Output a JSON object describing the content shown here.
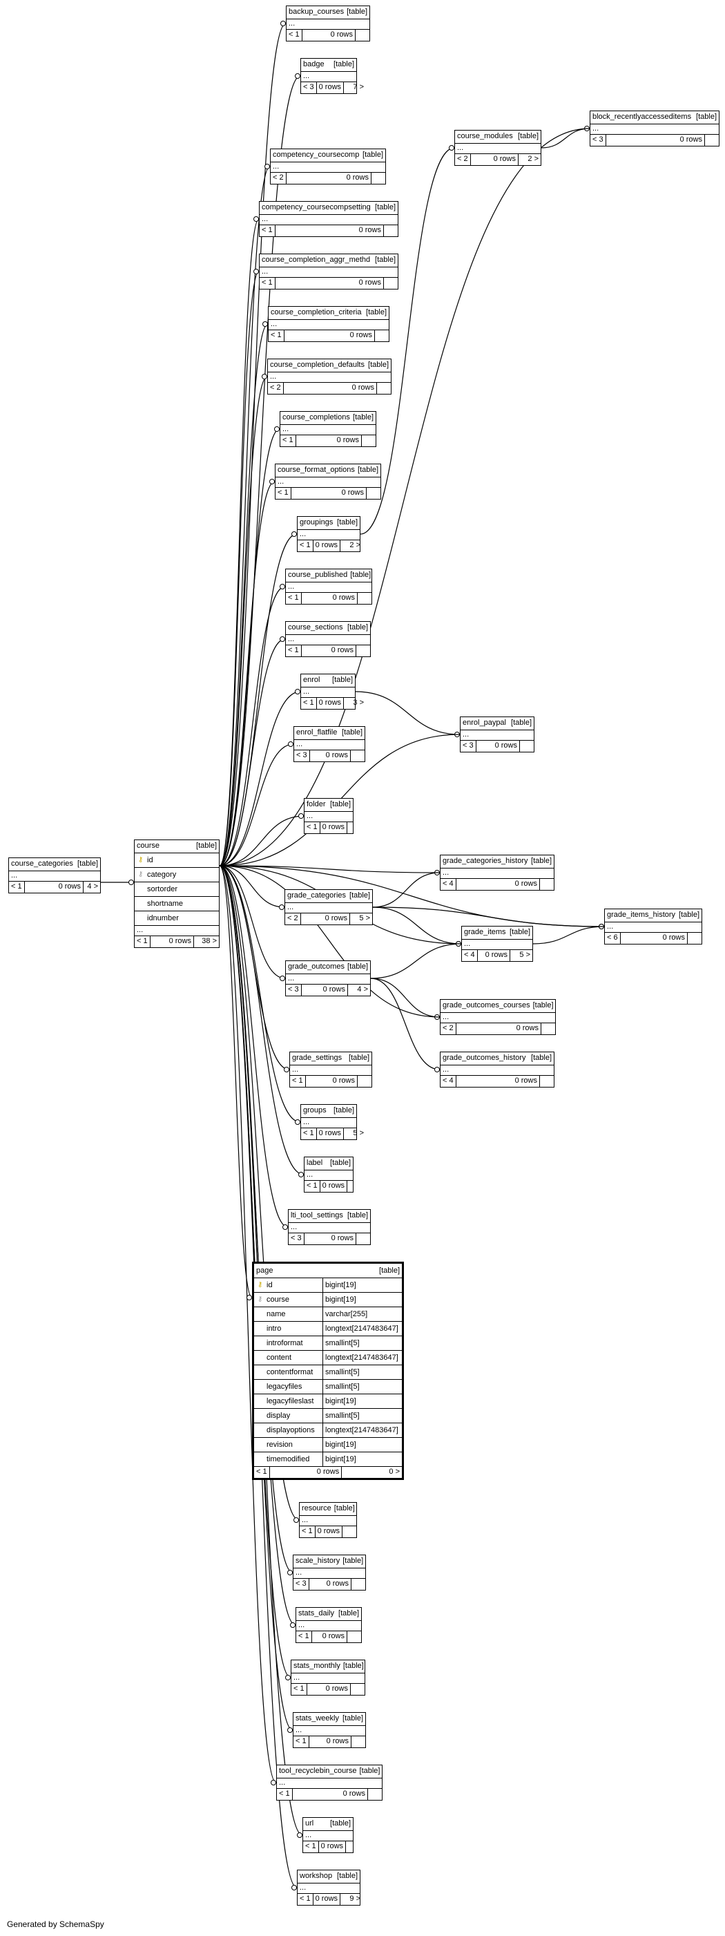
{
  "generated_by": "Generated by SchemaSpy",
  "course_categories": {
    "name": "course_categories",
    "type": "[table]",
    "dots": "...",
    "parents": "< 1",
    "rows": "0 rows",
    "children": "4 >"
  },
  "course": {
    "name": "course",
    "type": "[table]",
    "columns": [
      "id",
      "category",
      "sortorder",
      "shortname",
      "idnumber"
    ],
    "dots": "...",
    "parents": "< 1",
    "rows": "0 rows",
    "children": "38 >"
  },
  "page": {
    "name": "page",
    "type": "[table]",
    "columns": [
      {
        "name": "id",
        "type": "bigint[19]"
      },
      {
        "name": "course",
        "type": "bigint[19]"
      },
      {
        "name": "name",
        "type": "varchar[255]"
      },
      {
        "name": "intro",
        "type": "longtext[2147483647]"
      },
      {
        "name": "introformat",
        "type": "smallint[5]"
      },
      {
        "name": "content",
        "type": "longtext[2147483647]"
      },
      {
        "name": "contentformat",
        "type": "smallint[5]"
      },
      {
        "name": "legacyfiles",
        "type": "smallint[5]"
      },
      {
        "name": "legacyfileslast",
        "type": "bigint[19]"
      },
      {
        "name": "display",
        "type": "smallint[5]"
      },
      {
        "name": "displayoptions",
        "type": "longtext[2147483647]"
      },
      {
        "name": "revision",
        "type": "bigint[19]"
      },
      {
        "name": "timemodified",
        "type": "bigint[19]"
      }
    ],
    "parents": "< 1",
    "rows": "0 rows",
    "children": "0 >"
  },
  "tables": [
    {
      "name": "backup_courses",
      "type": "[table]",
      "dots": "...",
      "parents": "< 1",
      "rows": "0 rows",
      "children": ""
    },
    {
      "name": "badge",
      "type": "[table]",
      "dots": "...",
      "parents": "< 3",
      "rows": "0 rows",
      "children": "7 >"
    },
    {
      "name": "block_recentlyaccesseditems",
      "type": "[table]",
      "dots": "...",
      "parents": "< 3",
      "rows": "0 rows",
      "children": ""
    },
    {
      "name": "course_modules",
      "type": "[table]",
      "dots": "...",
      "parents": "< 2",
      "rows": "0 rows",
      "children": "2 >"
    },
    {
      "name": "competency_coursecomp",
      "type": "[table]",
      "dots": "...",
      "parents": "< 2",
      "rows": "0 rows",
      "children": ""
    },
    {
      "name": "competency_coursecompsetting",
      "type": "[table]",
      "dots": "...",
      "parents": "< 1",
      "rows": "0 rows",
      "children": ""
    },
    {
      "name": "course_completion_aggr_methd",
      "type": "[table]",
      "dots": "...",
      "parents": "< 1",
      "rows": "0 rows",
      "children": ""
    },
    {
      "name": "course_completion_criteria",
      "type": "[table]",
      "dots": "...",
      "parents": "< 1",
      "rows": "0 rows",
      "children": ""
    },
    {
      "name": "course_completion_defaults",
      "type": "[table]",
      "dots": "...",
      "parents": "< 2",
      "rows": "0 rows",
      "children": ""
    },
    {
      "name": "course_completions",
      "type": "[table]",
      "dots": "...",
      "parents": "< 1",
      "rows": "0 rows",
      "children": ""
    },
    {
      "name": "course_format_options",
      "type": "[table]",
      "dots": "...",
      "parents": "< 1",
      "rows": "0 rows",
      "children": ""
    },
    {
      "name": "groupings",
      "type": "[table]",
      "dots": "...",
      "parents": "< 1",
      "rows": "0 rows",
      "children": "2 >"
    },
    {
      "name": "course_published",
      "type": "[table]",
      "dots": "...",
      "parents": "< 1",
      "rows": "0 rows",
      "children": ""
    },
    {
      "name": "course_sections",
      "type": "[table]",
      "dots": "...",
      "parents": "< 1",
      "rows": "0 rows",
      "children": ""
    },
    {
      "name": "enrol",
      "type": "[table]",
      "dots": "...",
      "parents": "< 1",
      "rows": "0 rows",
      "children": "3 >"
    },
    {
      "name": "enrol_paypal",
      "type": "[table]",
      "dots": "...",
      "parents": "< 3",
      "rows": "0 rows",
      "children": ""
    },
    {
      "name": "enrol_flatfile",
      "type": "[table]",
      "dots": "...",
      "parents": "< 3",
      "rows": "0 rows",
      "children": ""
    },
    {
      "name": "folder",
      "type": "[table]",
      "dots": "...",
      "parents": "< 1",
      "rows": "0 rows",
      "children": ""
    },
    {
      "name": "grade_categories_history",
      "type": "[table]",
      "dots": "...",
      "parents": "< 4",
      "rows": "0 rows",
      "children": ""
    },
    {
      "name": "grade_categories",
      "type": "[table]",
      "dots": "...",
      "parents": "< 2",
      "rows": "0 rows",
      "children": "5 >"
    },
    {
      "name": "grade_items_history",
      "type": "[table]",
      "dots": "...",
      "parents": "< 6",
      "rows": "0 rows",
      "children": ""
    },
    {
      "name": "grade_items",
      "type": "[table]",
      "dots": "...",
      "parents": "< 4",
      "rows": "0 rows",
      "children": "5 >"
    },
    {
      "name": "grade_outcomes",
      "type": "[table]",
      "dots": "...",
      "parents": "< 3",
      "rows": "0 rows",
      "children": "4 >"
    },
    {
      "name": "grade_outcomes_courses",
      "type": "[table]",
      "dots": "...",
      "parents": "< 2",
      "rows": "0 rows",
      "children": ""
    },
    {
      "name": "grade_outcomes_history",
      "type": "[table]",
      "dots": "...",
      "parents": "< 4",
      "rows": "0 rows",
      "children": ""
    },
    {
      "name": "grade_settings",
      "type": "[table]",
      "dots": "...",
      "parents": "< 1",
      "rows": "0 rows",
      "children": ""
    },
    {
      "name": "groups",
      "type": "[table]",
      "dots": "...",
      "parents": "< 1",
      "rows": "0 rows",
      "children": "5 >"
    },
    {
      "name": "label",
      "type": "[table]",
      "dots": "...",
      "parents": "< 1",
      "rows": "0 rows",
      "children": ""
    },
    {
      "name": "lti_tool_settings",
      "type": "[table]",
      "dots": "...",
      "parents": "< 3",
      "rows": "0 rows",
      "children": ""
    },
    {
      "name": "resource",
      "type": "[table]",
      "dots": "...",
      "parents": "< 1",
      "rows": "0 rows",
      "children": ""
    },
    {
      "name": "scale_history",
      "type": "[table]",
      "dots": "...",
      "parents": "< 3",
      "rows": "0 rows",
      "children": ""
    },
    {
      "name": "stats_daily",
      "type": "[table]",
      "dots": "...",
      "parents": "< 1",
      "rows": "0 rows",
      "children": ""
    },
    {
      "name": "stats_monthly",
      "type": "[table]",
      "dots": "...",
      "parents": "< 1",
      "rows": "0 rows",
      "children": ""
    },
    {
      "name": "stats_weekly",
      "type": "[table]",
      "dots": "...",
      "parents": "< 1",
      "rows": "0 rows",
      "children": ""
    },
    {
      "name": "tool_recyclebin_course",
      "type": "[table]",
      "dots": "...",
      "parents": "< 1",
      "rows": "0 rows",
      "children": ""
    },
    {
      "name": "url",
      "type": "[table]",
      "dots": "...",
      "parents": "< 1",
      "rows": "0 rows",
      "children": ""
    },
    {
      "name": "workshop",
      "type": "[table]",
      "dots": "...",
      "parents": "< 1",
      "rows": "0 rows",
      "children": "9 >"
    }
  ]
}
